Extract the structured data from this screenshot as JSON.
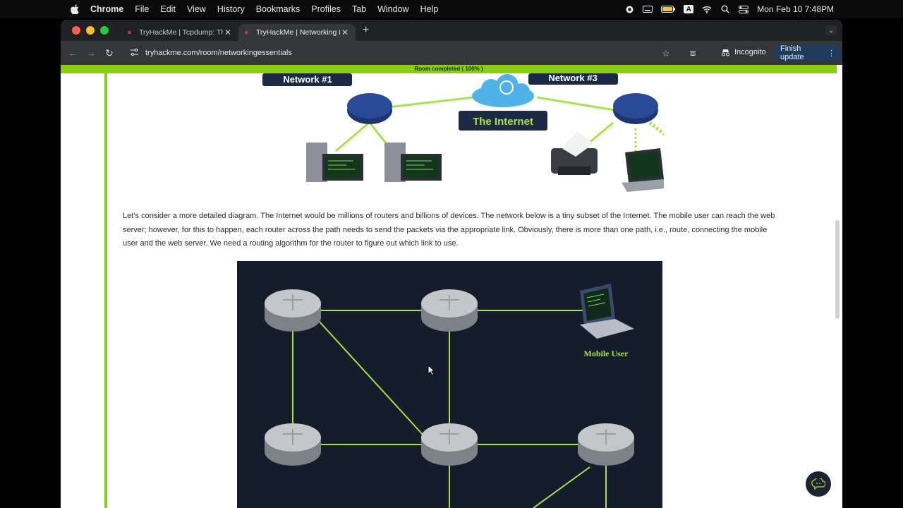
{
  "menubar": {
    "items": [
      "Chrome",
      "File",
      "Edit",
      "View",
      "History",
      "Bookmarks",
      "Profiles",
      "Tab",
      "Window",
      "Help"
    ],
    "clock": "Mon Feb 10  7:48PM",
    "input_badge": "A"
  },
  "tabs": [
    {
      "title": "TryHackMe | Tcpdump: The B"
    },
    {
      "title": "TryHackMe | Networking Esse"
    }
  ],
  "toolbar": {
    "url": "tryhackme.com/room/networkingessentials",
    "incognito_label": "Incognito",
    "finish_update_label": "Finish update"
  },
  "page": {
    "progress_text": "Room completed ( 100% )",
    "diagram1": {
      "label_left": "Network #1",
      "label_right": "Network #3",
      "label_center": "The Internet"
    },
    "paragraph": "Let’s consider a more detailed diagram. The Internet would be millions of routers and billions of devices. The network below is a tiny subset of the Internet. The mobile user can reach the web server; however, for this to happen, each router across the path needs to send the packets via the appropriate link. Obviously, there is more than one path, i.e., route, connecting the mobile user and the web server. We need a routing algorithm for the router to figure out which link to use.",
    "diagram2": {
      "mobile_user_label": "Mobile User"
    }
  },
  "colors": {
    "accent_green": "#88cc14",
    "diagram_bg": "#151c2b",
    "label_navy": "#1c2a45"
  }
}
